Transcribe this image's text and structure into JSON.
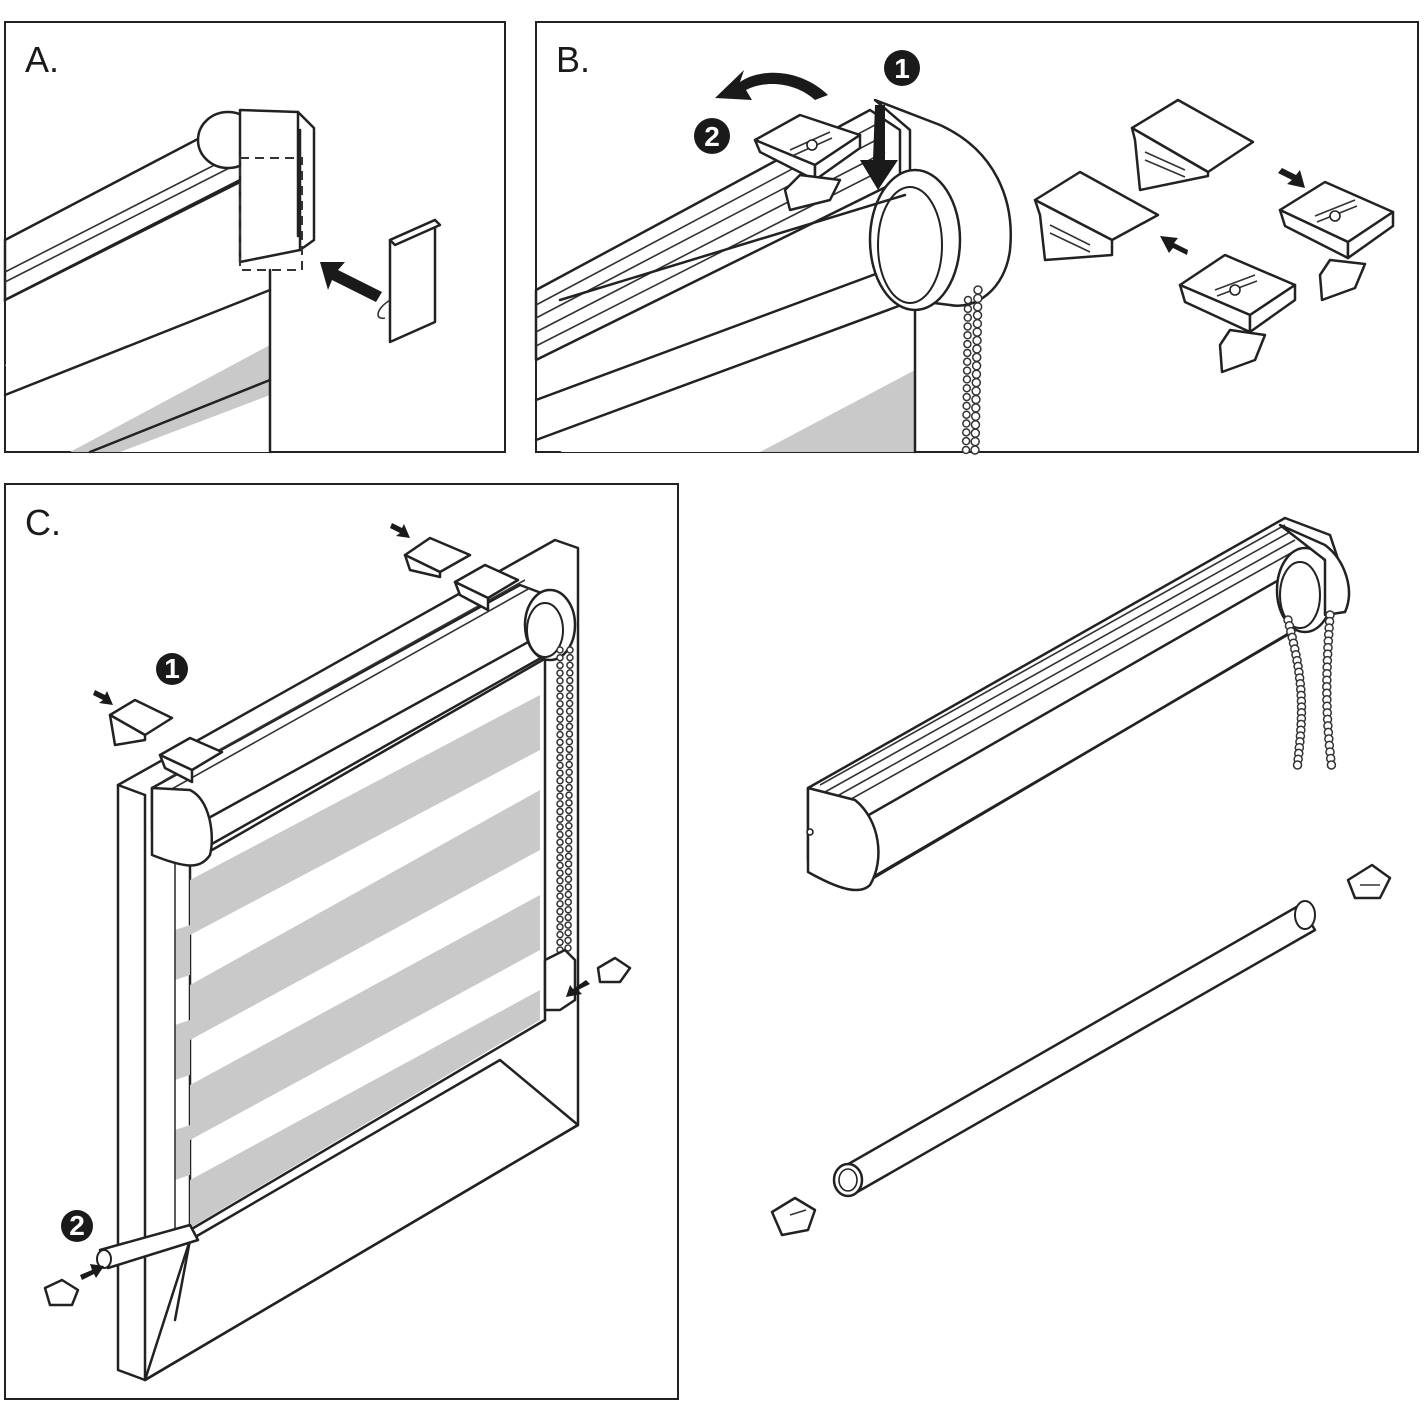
{
  "panels": {
    "a": {
      "label": "A."
    },
    "b": {
      "label": "B.",
      "steps": [
        "1",
        "2"
      ]
    },
    "c": {
      "label": "C.",
      "steps": [
        "1",
        "2"
      ]
    }
  },
  "colors": {
    "line": "#222222",
    "shade_band": "#c9c9c9",
    "background": "#ffffff",
    "step_badge": "#1a1a1a"
  }
}
